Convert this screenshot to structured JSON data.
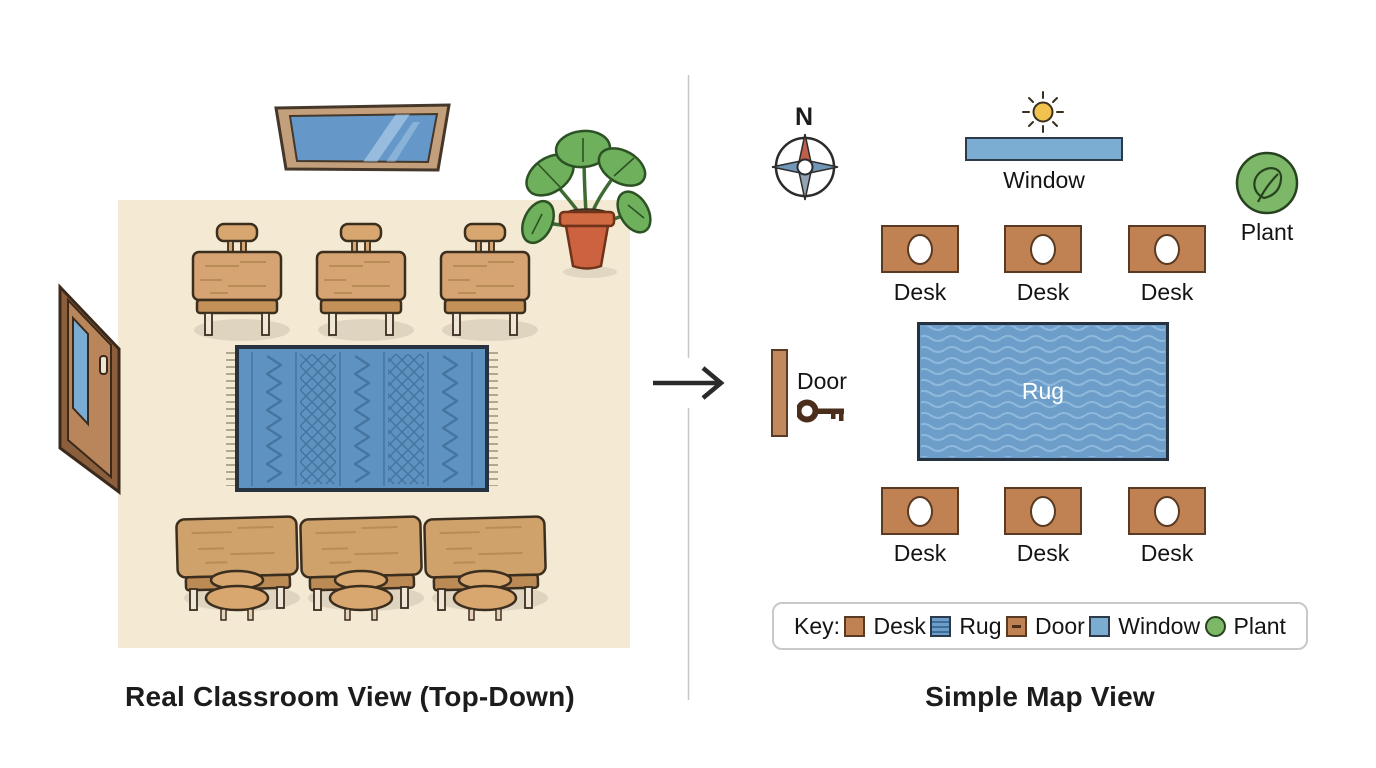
{
  "titles": {
    "left": "Real Classroom View (Top-Down)",
    "right": "Simple Map View"
  },
  "map": {
    "compass_label": "N",
    "window_label": "Window",
    "plant_label": "Plant",
    "door_label": "Door",
    "rug_label": "Rug",
    "desks_top": [
      {
        "label": "Desk"
      },
      {
        "label": "Desk"
      },
      {
        "label": "Desk"
      }
    ],
    "desks_bottom": [
      {
        "label": "Desk"
      },
      {
        "label": "Desk"
      },
      {
        "label": "Desk"
      }
    ]
  },
  "legend": {
    "key_label": "Key:",
    "items": [
      {
        "swatch": "desk-square",
        "label": "Desk",
        "color": "#c08253"
      },
      {
        "swatch": "rug-striped-square",
        "label": "Rug",
        "color": "#6d9ec9"
      },
      {
        "swatch": "door-square",
        "label": "Door",
        "color": "#c08253"
      },
      {
        "swatch": "window-square",
        "label": "Window",
        "color": "#7badd3"
      },
      {
        "swatch": "plant-circle",
        "label": "Plant",
        "color": "#7db869"
      }
    ]
  },
  "icons": {
    "compass-rose-icon": "4-point compass star, red north point",
    "sun-icon": "small yellow sun with ray dashes",
    "key-icon": "dark brown key beside door",
    "right-arrow-icon": "black arrow pointing right",
    "plant-icon": "leaf outline inside green circle"
  },
  "colors": {
    "floor": "#f4e9d2",
    "wood_light": "#d6a372",
    "wood_edge": "#c39058",
    "outline_dark": "#3b2e1f",
    "rug_blue": "#5e93c1",
    "rug_pattern": "#46759f",
    "map_rug": "#6d9ec9",
    "map_desk": "#c08253",
    "map_window": "#7badd3",
    "plant_green": "#7db869",
    "door_brown": "#c28a5c",
    "compass_north": "#bf5f4b",
    "compass_eastwest": "#7096b8",
    "sun_yellow": "#f2c24f"
  }
}
